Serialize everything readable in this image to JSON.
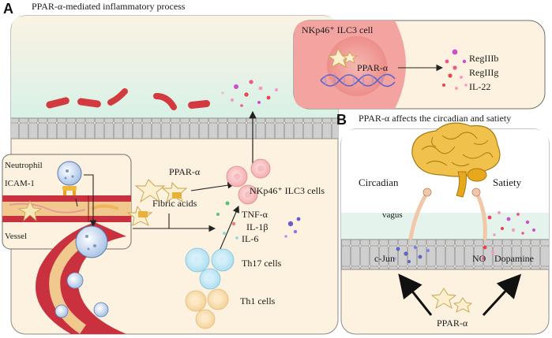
{
  "panel_a": {
    "letter": "A",
    "title": "PPAR-α-mediated inflammatory process",
    "vessel_box": {
      "neutrophil_label": "Neutrophil",
      "icam_label": "ICAM-1",
      "vessel_label": "Vessel"
    },
    "ligand_labels": {
      "ppar": "PPAR-α",
      "fibric": "Fibric acids"
    },
    "cell_labels": {
      "nkp46": "NKp46⁺ ILC3 cells",
      "th17": "Th17 cells",
      "th1": "Th1 cells"
    },
    "cytokines": [
      "TNF-α",
      "IL-1β",
      "IL-6"
    ],
    "inset": {
      "cell_title": "NKp46⁺ ILC3 cell",
      "receptor": "PPAR-α",
      "products": [
        "RegIIIb",
        "RegIIIg",
        "IL-22"
      ]
    }
  },
  "panel_b": {
    "letter": "B",
    "title": "PPAR-α affects the circadian and satiety",
    "circadian_label": "Circadian",
    "satiety_label": "Satiety",
    "vagus_label": "vagus",
    "cjun_label": "c-Jun",
    "no_label": "NO",
    "dopamine_label": "Dopamine",
    "ppar_label": "PPAR-α"
  },
  "colors": {
    "panel_fill": "#fdf2df",
    "mucus": "#ddf3ea",
    "epithelium": "#c9c9c9",
    "vessel_red": "#c8313d",
    "inset_red": "#f3a3a0",
    "th17": "#b8e4f3",
    "th1": "#f8ddb0"
  }
}
